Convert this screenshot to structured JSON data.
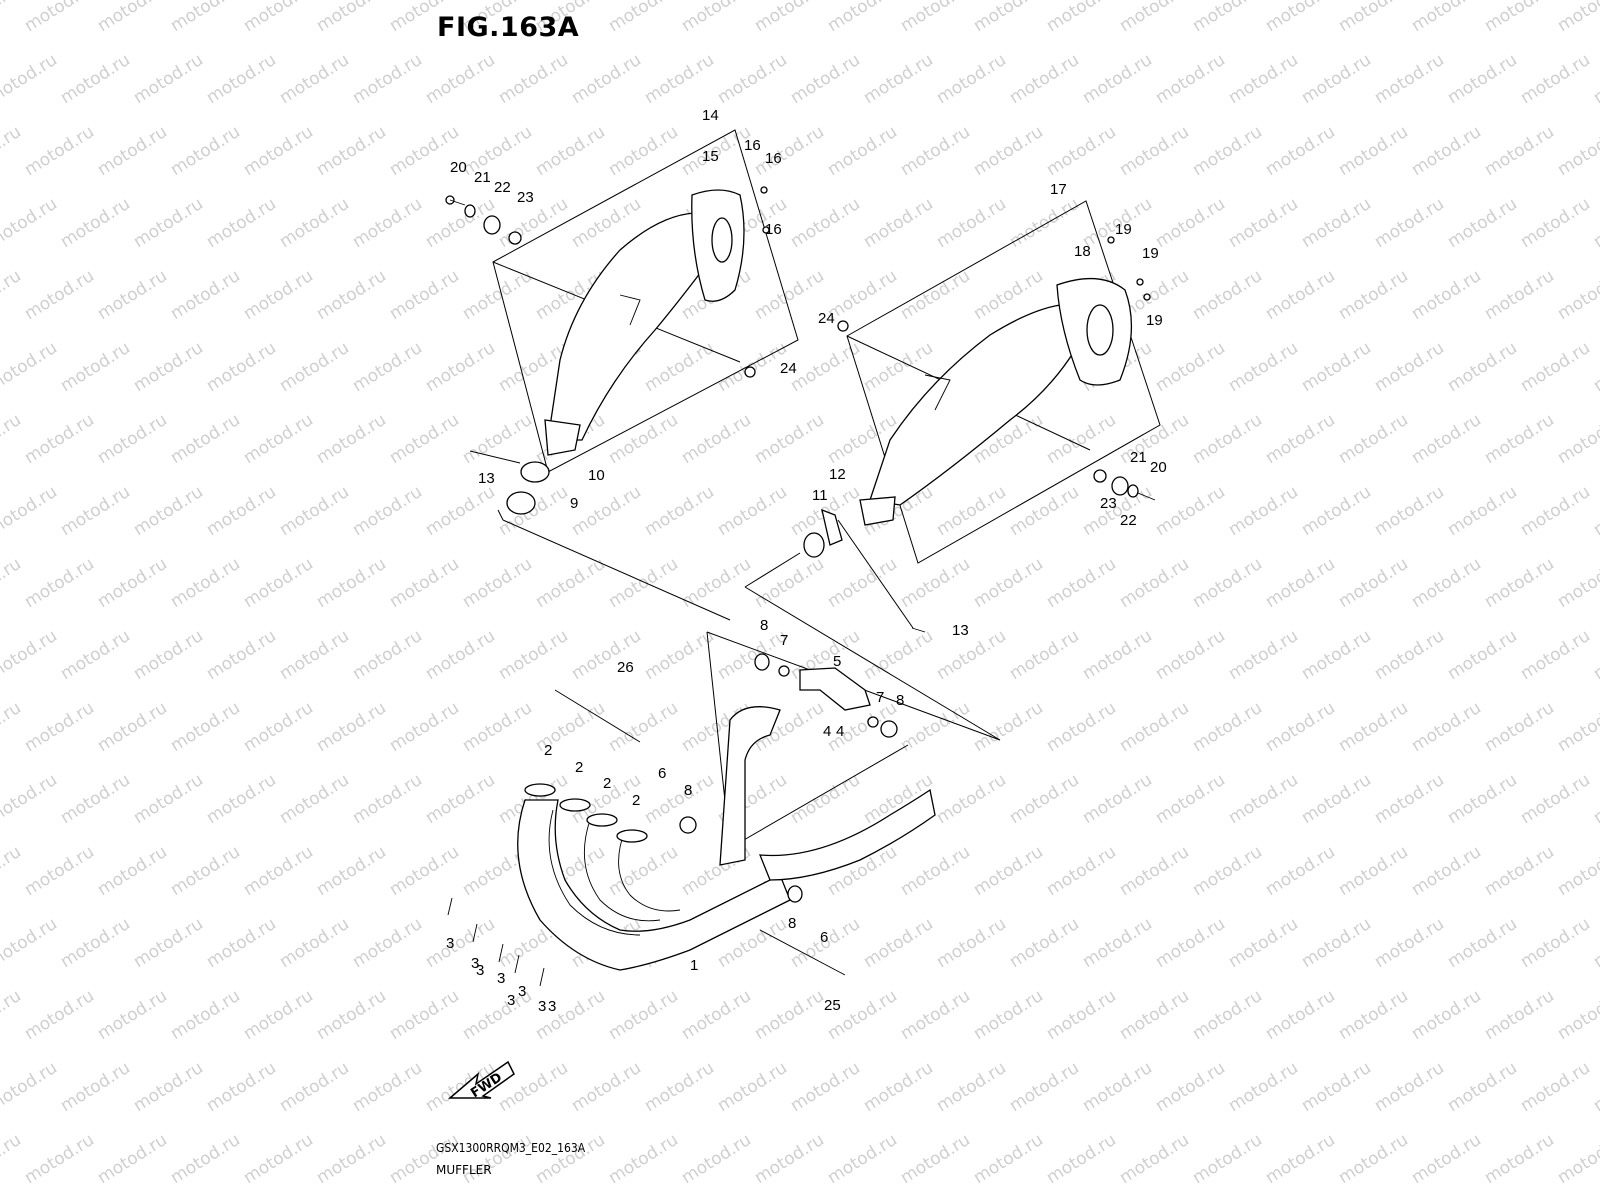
{
  "figure": {
    "title": "FIG.163A",
    "code": "GSX1300RRQM3_E02_163A",
    "name": "MUFFLER"
  },
  "watermark_text": "motod.ru",
  "fwd_label": "FWD",
  "callouts": [
    "1",
    "2",
    "2",
    "2",
    "2",
    "3",
    "3",
    "3",
    "3",
    "3",
    "3",
    "3",
    "3",
    "4",
    "4",
    "5",
    "6",
    "6",
    "7",
    "7",
    "8",
    "8",
    "8",
    "8",
    "9",
    "10",
    "11",
    "12",
    "13",
    "13",
    "14",
    "15",
    "16",
    "16",
    "16",
    "17",
    "18",
    "19",
    "19",
    "19",
    "20",
    "20",
    "21",
    "21",
    "22",
    "22",
    "23",
    "23",
    "24",
    "24",
    "25",
    "26"
  ]
}
